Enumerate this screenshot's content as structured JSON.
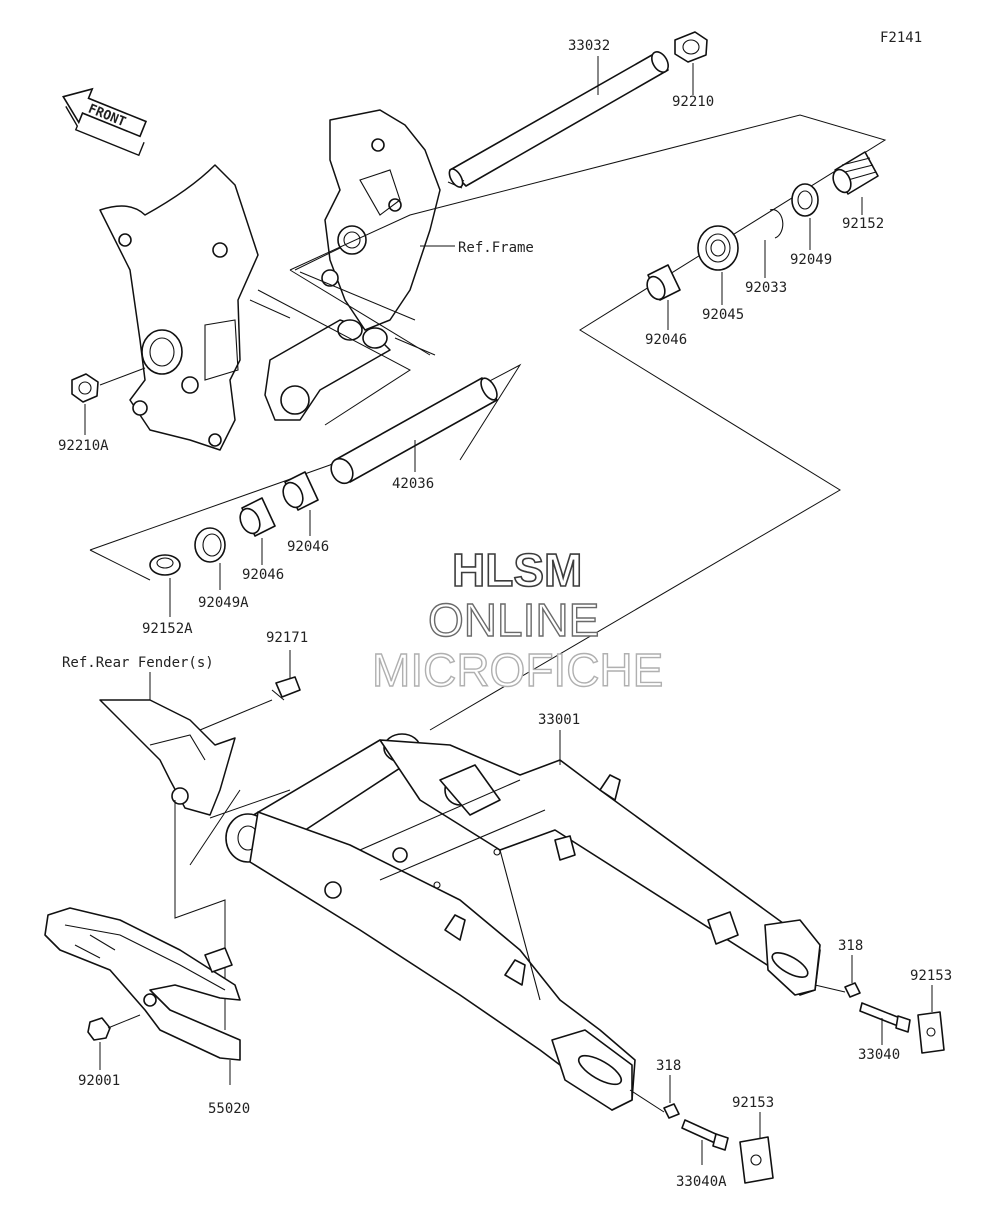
{
  "figure_code": "F2141",
  "front_label": "FRONT",
  "watermark": {
    "line1": "HLSM",
    "line2": "ONLINE",
    "line3": "MICROFICHE"
  },
  "references": {
    "frame": "Ref.Frame",
    "rear_fender": "Ref.Rear Fender(s)"
  },
  "callouts": [
    {
      "id": "33032",
      "text": "33032"
    },
    {
      "id": "92210",
      "text": "92210"
    },
    {
      "id": "92152",
      "text": "92152"
    },
    {
      "id": "92049",
      "text": "92049"
    },
    {
      "id": "92033",
      "text": "92033"
    },
    {
      "id": "92045",
      "text": "92045"
    },
    {
      "id": "92046-a",
      "text": "92046"
    },
    {
      "id": "92210A",
      "text": "92210A"
    },
    {
      "id": "42036",
      "text": "42036"
    },
    {
      "id": "92046-b",
      "text": "92046"
    },
    {
      "id": "92046-c",
      "text": "92046"
    },
    {
      "id": "92049A",
      "text": "92049A"
    },
    {
      "id": "92152A",
      "text": "92152A"
    },
    {
      "id": "92171",
      "text": "92171"
    },
    {
      "id": "33001",
      "text": "33001"
    },
    {
      "id": "318-a",
      "text": "318"
    },
    {
      "id": "33040",
      "text": "33040"
    },
    {
      "id": "92153-a",
      "text": "92153"
    },
    {
      "id": "318-b",
      "text": "318"
    },
    {
      "id": "33040A",
      "text": "33040A"
    },
    {
      "id": "92153-b",
      "text": "92153"
    },
    {
      "id": "92001",
      "text": "92001"
    },
    {
      "id": "55020",
      "text": "55020"
    }
  ]
}
